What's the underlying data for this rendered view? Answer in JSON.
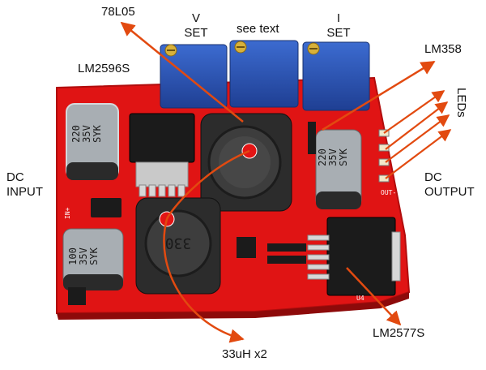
{
  "labels": {
    "reg_78l05": "78L05",
    "v_set": "V\nSET",
    "see_text": "see text",
    "i_set": "I\nSET",
    "lm2596s": "LM2596S",
    "lm358": "LM358",
    "leds": "LEDs",
    "dc_input": "DC\nINPUT",
    "dc_output": "DC\nOUTPUT",
    "lm2577s": "LM2577S",
    "inductors": "33uH x2"
  },
  "markings": {
    "cap_left_top": "220\n35V\nSYK",
    "cap_right": "220\n35V\nSYK",
    "cap_left_bottom": "100\n35V\nSYK",
    "inductor_bottom": "330"
  },
  "colors": {
    "board": "#e01414",
    "arrow": "#e24a10",
    "dot": "#e31515",
    "trimmer": "#2b56b8"
  }
}
